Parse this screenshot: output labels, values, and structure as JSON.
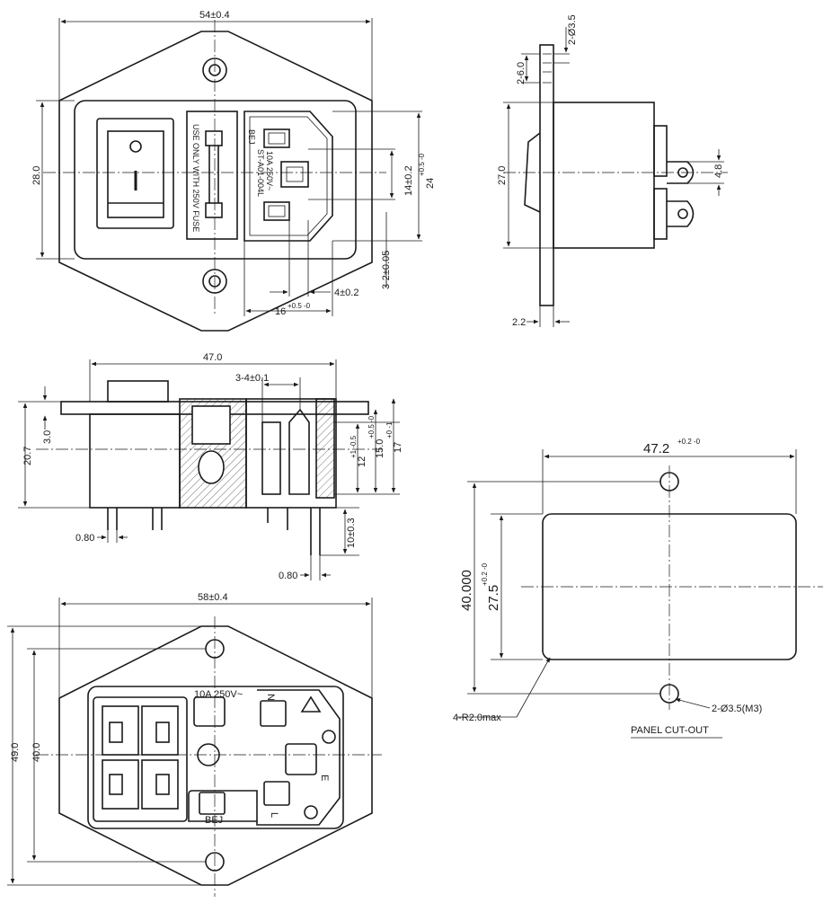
{
  "front_view": {
    "dims": {
      "width": "54±0.4",
      "height": "28.0",
      "pitch": "14±0.2",
      "inlet_height_base": "24",
      "inlet_height_tol": "+0.5 -0",
      "pin_gap": "3-2±0.05",
      "pin_width": "4±0.2",
      "inlet_width_base": "16",
      "inlet_width_tol": "+0.5 -0"
    },
    "switch_marks": {
      "off": "O",
      "on": "I"
    },
    "fuse_text": "USE ONLY WITH 250V FUSE",
    "inlet_text": {
      "brand": "BEJ",
      "part": "ST-A01-004L",
      "rating": "10A 250V~"
    }
  },
  "side_view": {
    "dims": {
      "hole": "2-Ø3.5",
      "hole_pitch": "2-6.0",
      "height": "27.0",
      "tab": "4.8",
      "flange": "2.2"
    }
  },
  "section_view": {
    "dims": {
      "length": "47.0",
      "pin_pitch": "3-4±0.1",
      "depth": "20.7",
      "flange": "3.0",
      "h12": "12",
      "h12_tol": "+1 -0.5",
      "h15": "15.0",
      "h15_tol": "+0.5 -0",
      "h17": "17",
      "h17_tol": "+0 -1",
      "terminal": "10±0.3",
      "thick_left": "0.80",
      "thick_right": "0.80"
    }
  },
  "back_view": {
    "dims": {
      "width": "58±0.4",
      "height": "49.0",
      "inner_height": "40.0"
    },
    "labels": {
      "rating": "10A 250V~",
      "n": "N",
      "e": "E",
      "l": "L",
      "brand": "BEJ"
    }
  },
  "cutout": {
    "dims": {
      "width_base": "47.2",
      "width_tol": "+0.2 -0",
      "hole_pitch": "40.000",
      "height_base": "27.5",
      "height_tol": "+0.2 -0",
      "radius": "4-R2.0max",
      "holes": "2-Ø3.5(M3)"
    },
    "title": "PANEL CUT-OUT"
  }
}
